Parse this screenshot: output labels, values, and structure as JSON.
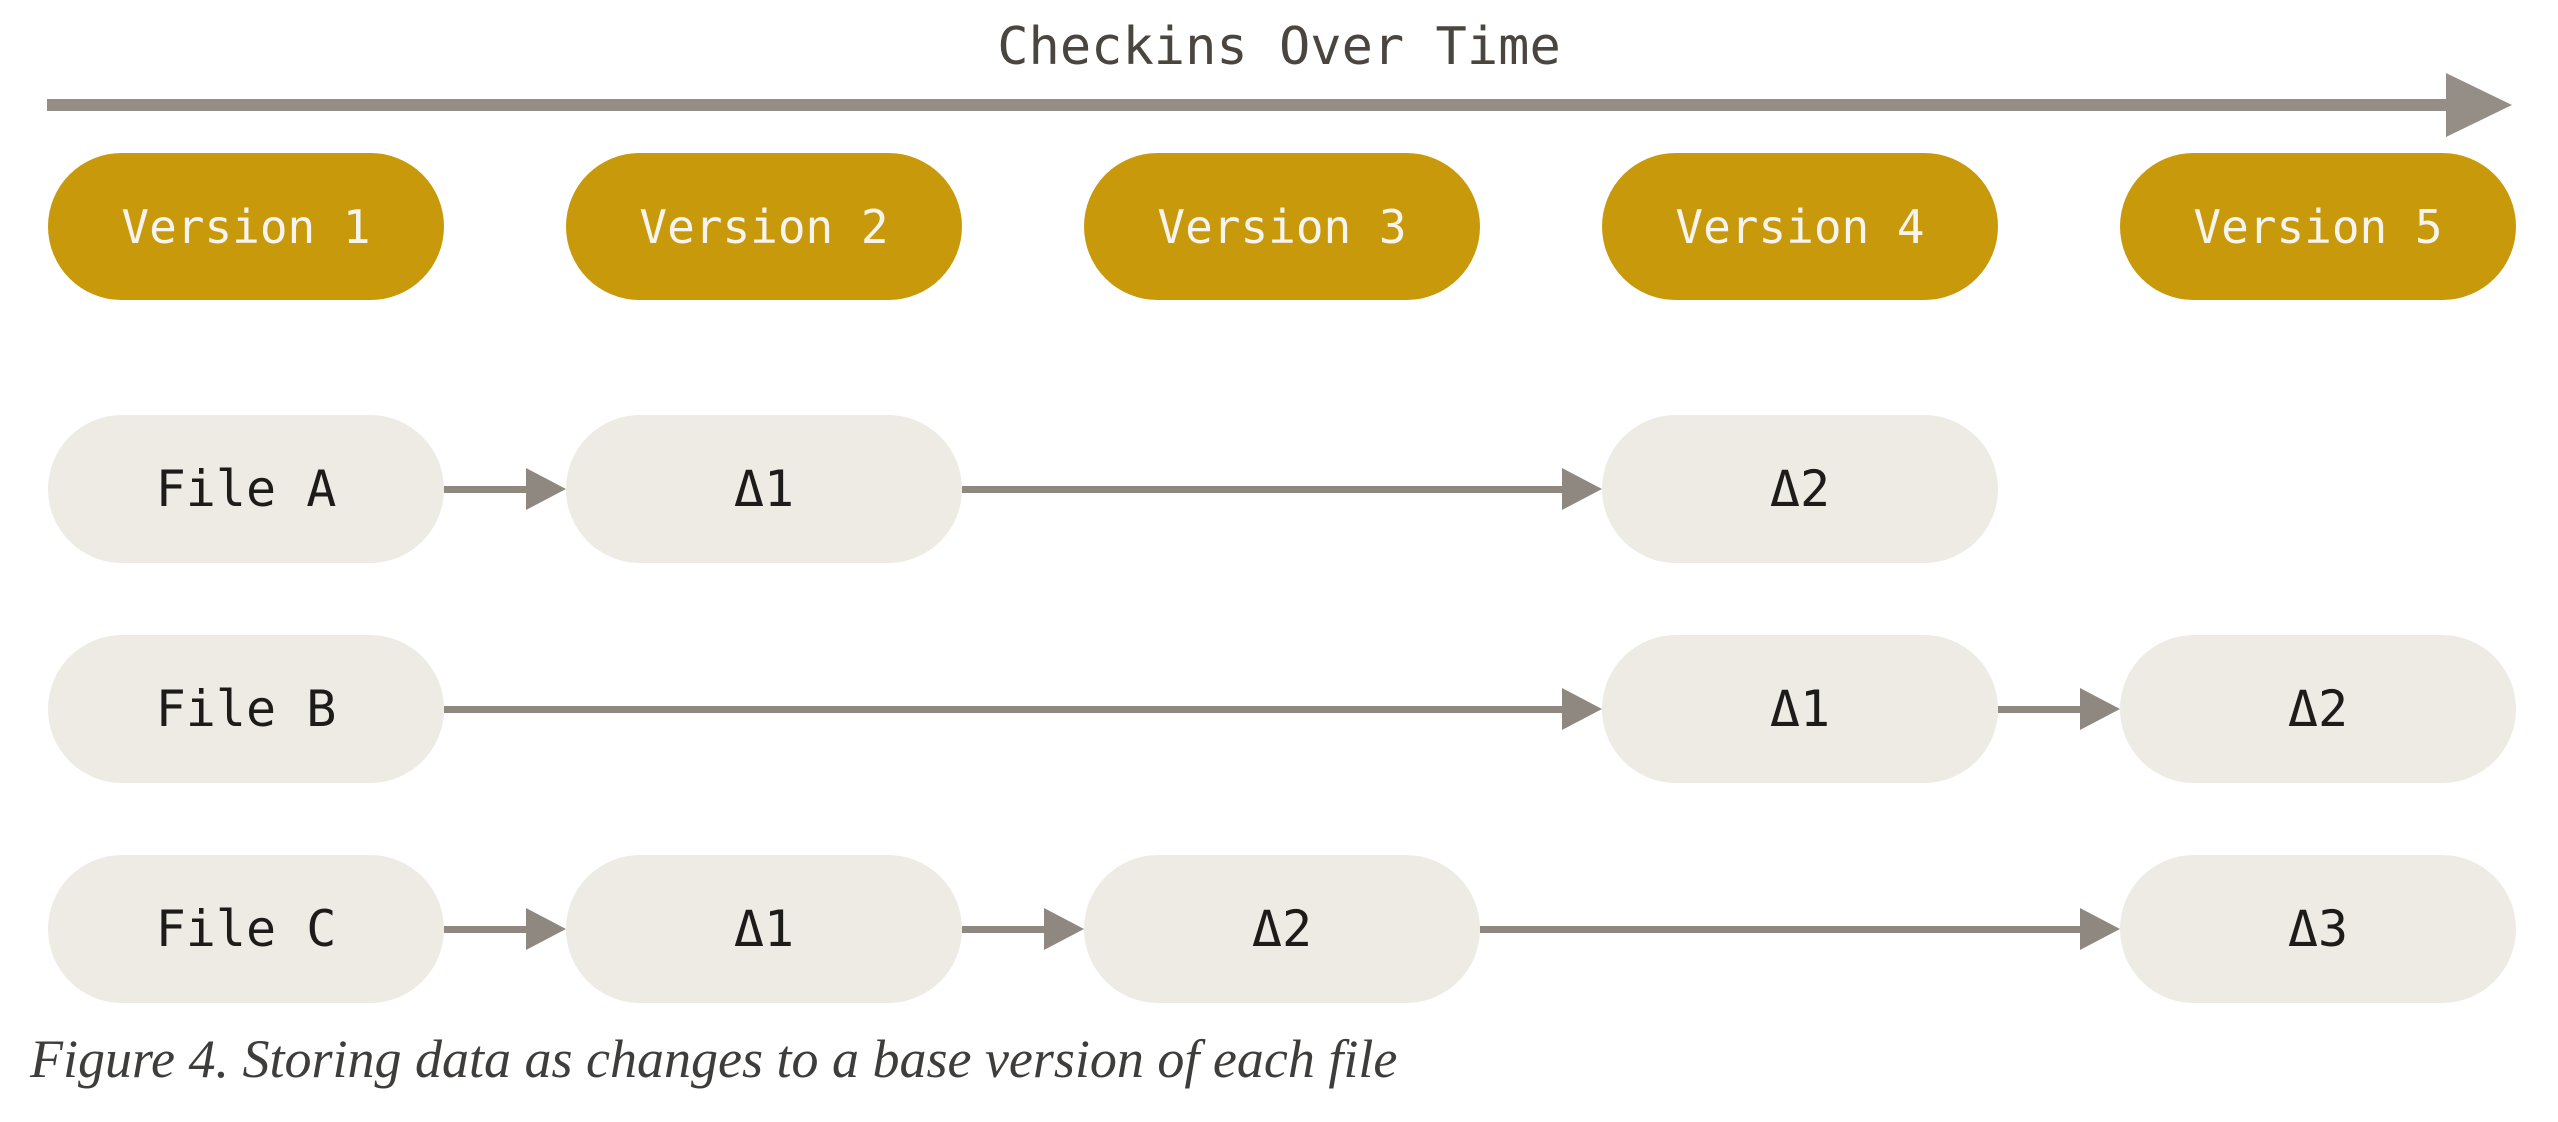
{
  "diagram": {
    "title": "Checkins Over Time",
    "caption": "Figure 4. Storing data as changes to a base version of each file",
    "versions": [
      "Version 1",
      "Version 2",
      "Version 3",
      "Version 4",
      "Version 5"
    ],
    "files": [
      {
        "name": "File A",
        "nodes": [
          {
            "label": "File A",
            "column": 1
          },
          {
            "label": "Δ1",
            "column": 2
          },
          {
            "label": "Δ2",
            "column": 4
          }
        ]
      },
      {
        "name": "File B",
        "nodes": [
          {
            "label": "File B",
            "column": 1
          },
          {
            "label": "Δ1",
            "column": 4
          },
          {
            "label": "Δ2",
            "column": 5
          }
        ]
      },
      {
        "name": "File C",
        "nodes": [
          {
            "label": "File C",
            "column": 1
          },
          {
            "label": "Δ1",
            "column": 2
          },
          {
            "label": "Δ2",
            "column": 3
          },
          {
            "label": "Δ3",
            "column": 5
          }
        ]
      }
    ],
    "colors": {
      "version_pill": "#C8990B",
      "version_text": "#F6F4EE",
      "file_pill": "#EDEBE3",
      "file_text": "#1D1C1A",
      "arrow": "#8F8881",
      "timeline": "#958E87",
      "title_text": "#4A453F",
      "caption_text": "#3E3D3B"
    }
  }
}
